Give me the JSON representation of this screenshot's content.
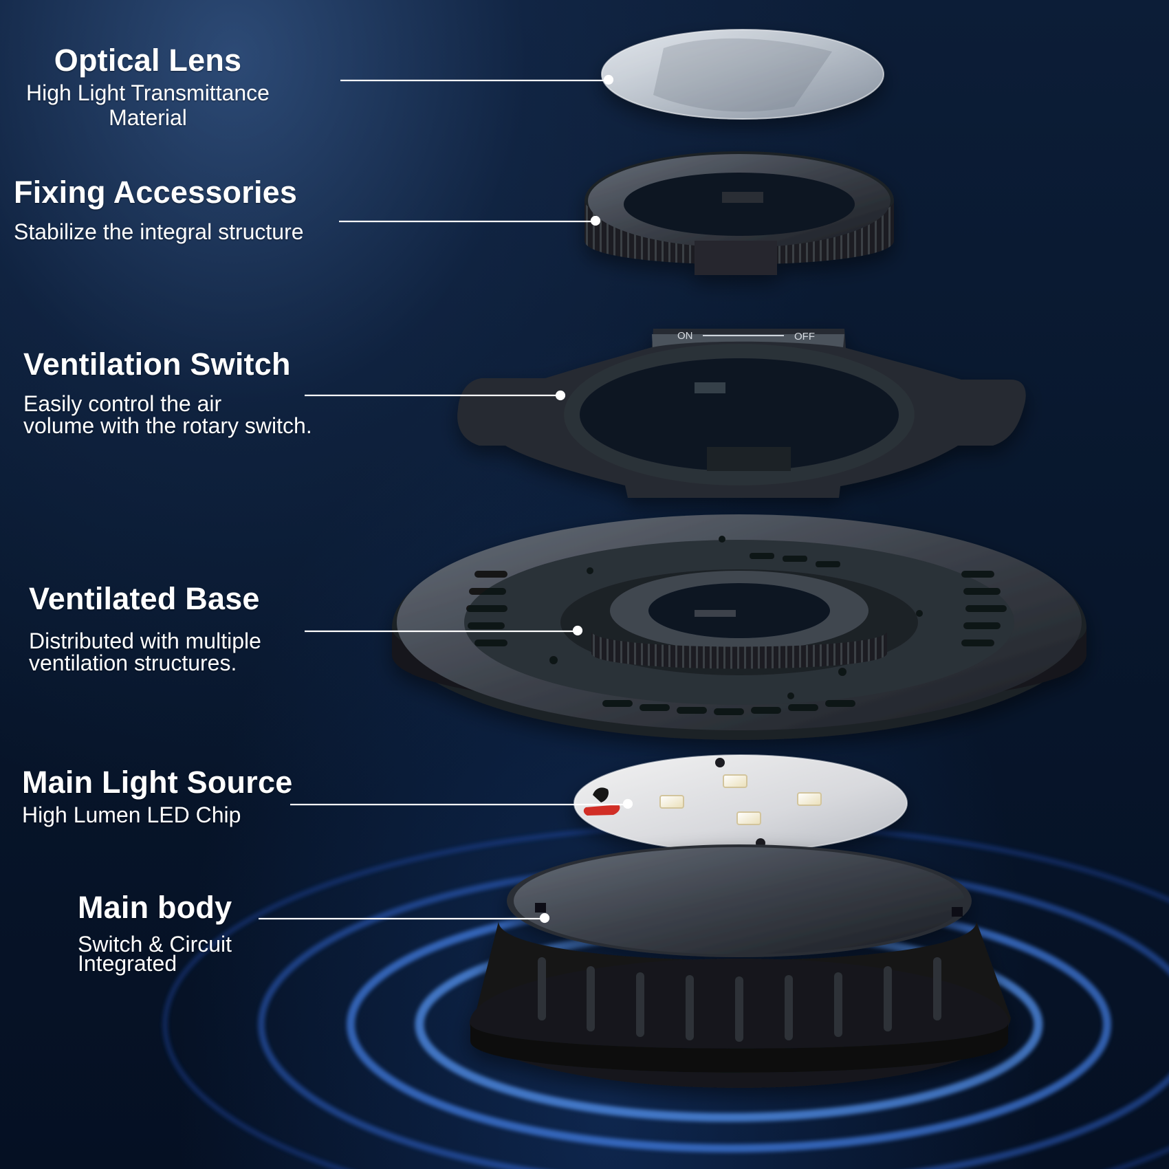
{
  "diagram": {
    "colors": {
      "background": "#08172d",
      "leader_line": "#ffffff",
      "part_dark": "#17191d",
      "part_mid": "#2a2e35",
      "part_light": "#5d636d",
      "ring_glow": "#3f7cff"
    },
    "parts": [
      {
        "title": "Optical Lens",
        "desc_lines": [
          "High Light Transmittance",
          "Material"
        ]
      },
      {
        "title": "Fixing Accessories",
        "desc_lines": [
          "Stabilize the integral structure"
        ]
      },
      {
        "title": "Ventilation Switch",
        "desc_lines": [
          "Easily control the air",
          "volume with the rotary switch."
        ]
      },
      {
        "title": "Ventilated Base",
        "desc_lines": [
          "Distributed with multiple",
          "ventilation structures."
        ]
      },
      {
        "title": "Main Light Source",
        "desc_lines": [
          "High Lumen LED Chip"
        ]
      },
      {
        "title": "Main body",
        "desc_lines": [
          "Switch & Circuit",
          "Integrated"
        ]
      }
    ],
    "switch_markings": {
      "on": "ON",
      "off": "OFF"
    }
  }
}
